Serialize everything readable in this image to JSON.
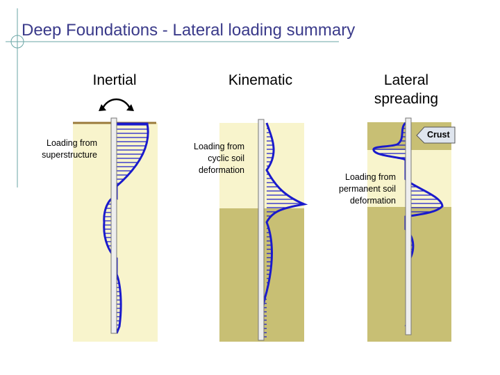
{
  "slide": {
    "title": "Deep Foundations - Lateral loading summary",
    "accent_color": "#3a3a8a",
    "rule_color": "#6aa6a6"
  },
  "columns": [
    {
      "id": "inertial",
      "heading": "Inertial",
      "note": "Loading from\nsuperstructure",
      "icon": "double-arrow-rotation-icon"
    },
    {
      "id": "kinematic",
      "heading": "Kinematic",
      "note": "Loading from\ncyclic soil\ndeformation"
    },
    {
      "id": "lateral-spreading",
      "heading": "Lateral\nspreading",
      "note": "Loading from\npermanent soil\ndeformation",
      "callout": "Crust"
    }
  ],
  "colors": {
    "soil_light": "#f8f4cc",
    "soil_dark": "#c8bf74",
    "ground_line": "#9a7a3a",
    "pile_fill": "#eeeeee",
    "pile_edge": "#777777",
    "profile_line": "#1a1acc",
    "hatch": "#1a1acc"
  }
}
